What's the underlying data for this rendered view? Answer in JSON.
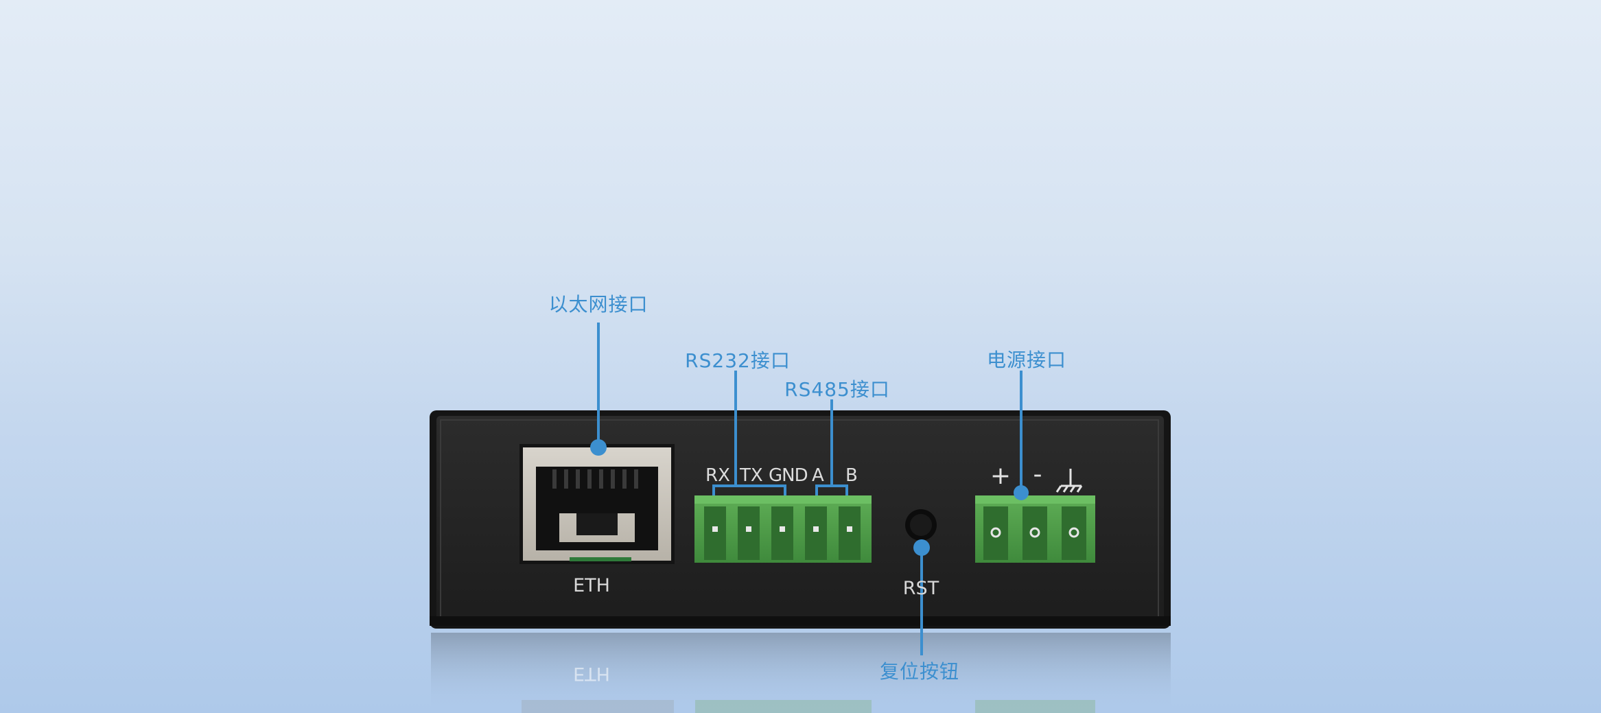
{
  "callouts": {
    "ethernet": "以太网接口",
    "rs232": "RS232接口",
    "rs485": "RS485接口",
    "power": "电源接口",
    "reset": "复位按钮"
  },
  "device_labels": {
    "eth": "ETH",
    "rst": "RST",
    "eth_reflection": "ETH"
  },
  "serial_pins": [
    "RX",
    "TX",
    "GND",
    "A",
    "B"
  ],
  "power_pins": [
    "+",
    "-",
    "ground"
  ],
  "icons": [
    "ground-icon",
    "reset-button-icon",
    "rj45-port-icon"
  ],
  "colors": {
    "accent": "#3c8fcf",
    "enclosure": "#242424",
    "terminal_green": "#4f9e4a",
    "background_top": "#e3ecf6",
    "background_bottom": "#aec9ea"
  }
}
